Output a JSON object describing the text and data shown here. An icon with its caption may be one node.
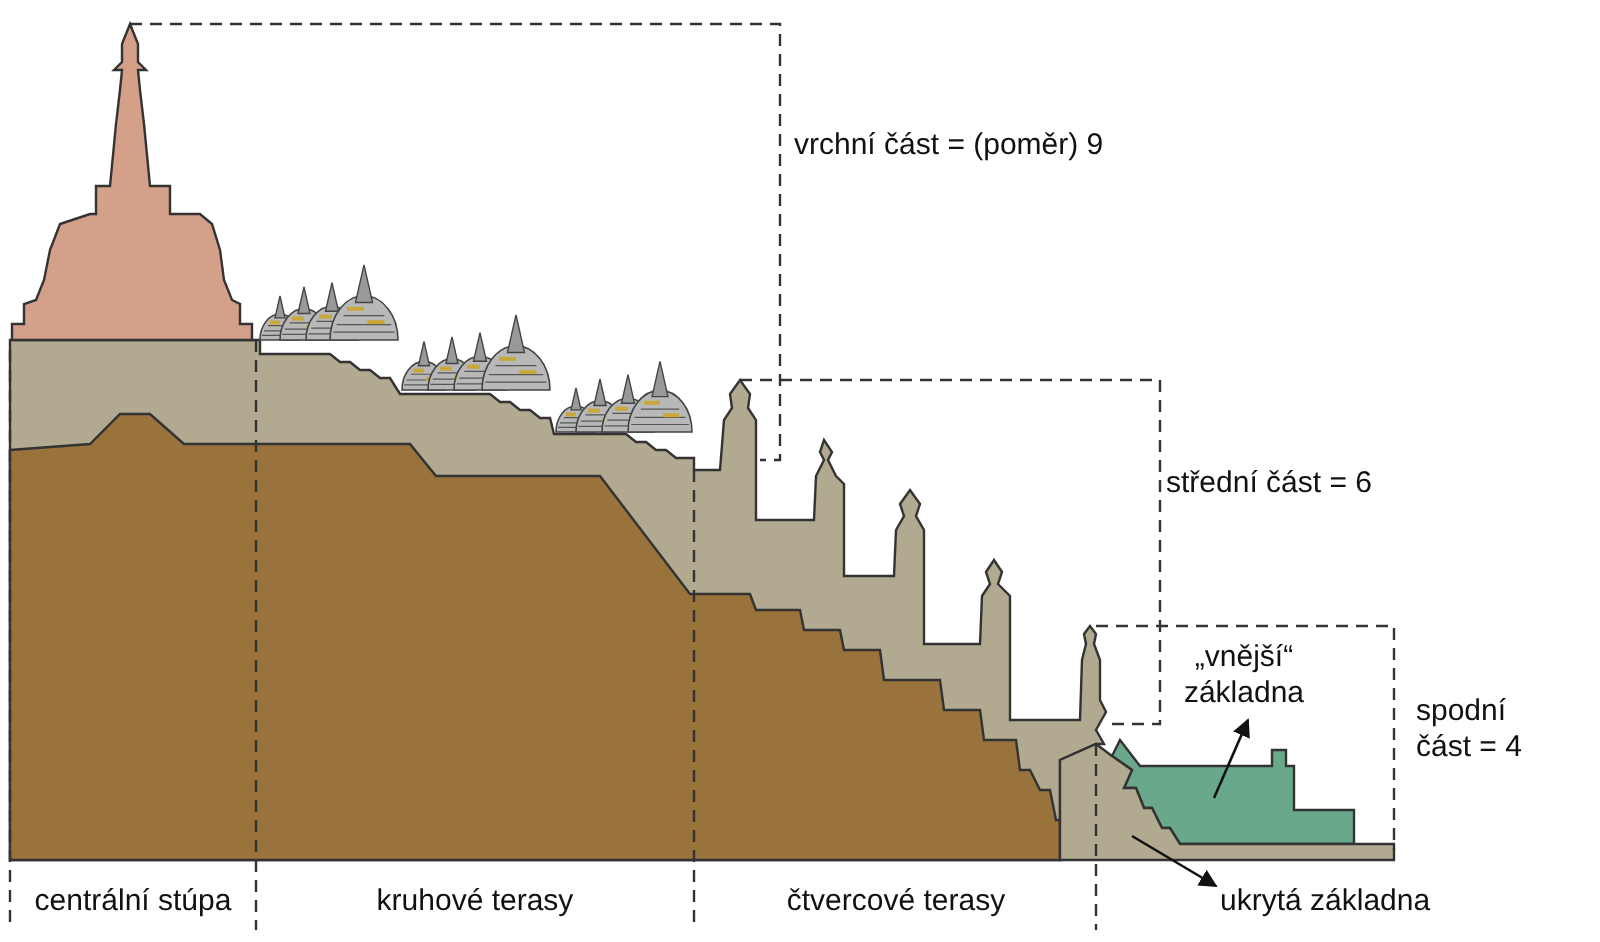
{
  "diagram": {
    "nodes": [
      {
        "text": [
          "„vnější“ základna"
        ]
      },
      {
        "text": [],
        "shape": "picture"
      },
      {
        "text": [
          "ukrytá základna"
        ]
      },
      {
        "text": [],
        "shape": "picture"
      }
    ],
    "edges": [
      {
        "from": 1,
        "to": 0,
        "arrow": "to"
      },
      {
        "from": 3,
        "to": 2,
        "arrow": "to"
      }
    ],
    "labels": [
      "vrchní část = (poměr) 9",
      "střední část = 6",
      "spodní část = 4",
      "centrální stúpa",
      "kruhové terasy",
      "čtvercové terasy"
    ]
  }
}
